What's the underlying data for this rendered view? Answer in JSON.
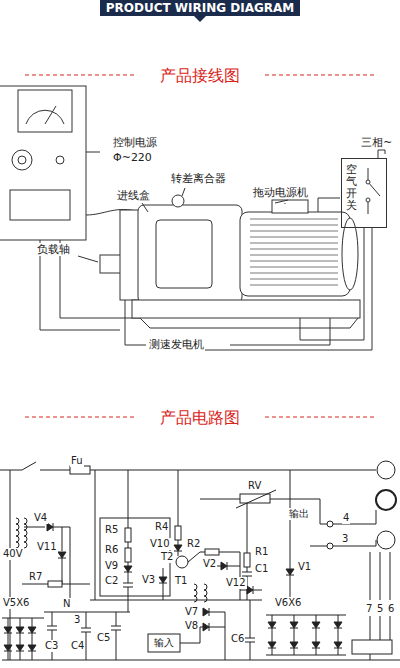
{
  "diagram": {
    "title": "PRODUCT WIRING DIAGRAM",
    "nodes": [
      {
        "text": [
          "空气开关"
        ]
      }
    ],
    "labels": [
      "产品接线图",
      "控制电源",
      "Φ~220",
      "转差离合器",
      "进线盒",
      "拖动电源机",
      "三相~",
      "负载轴",
      "测速发电机",
      "产品电路图",
      "Fu",
      "RV",
      "V4",
      "V11",
      "40V",
      "R7",
      "V5X6",
      "N",
      "3",
      "C3",
      "C4",
      "C5",
      "R5",
      "R6",
      "V9",
      "C2",
      "R4",
      "V10",
      "T2",
      "V3",
      "R2",
      "V2",
      "V12",
      "T1",
      "R1",
      "C1",
      "V1",
      "输出",
      "4",
      "3",
      "V7",
      "V8",
      "输入",
      "C6",
      "V6X6",
      "7",
      "5",
      "6"
    ]
  }
}
